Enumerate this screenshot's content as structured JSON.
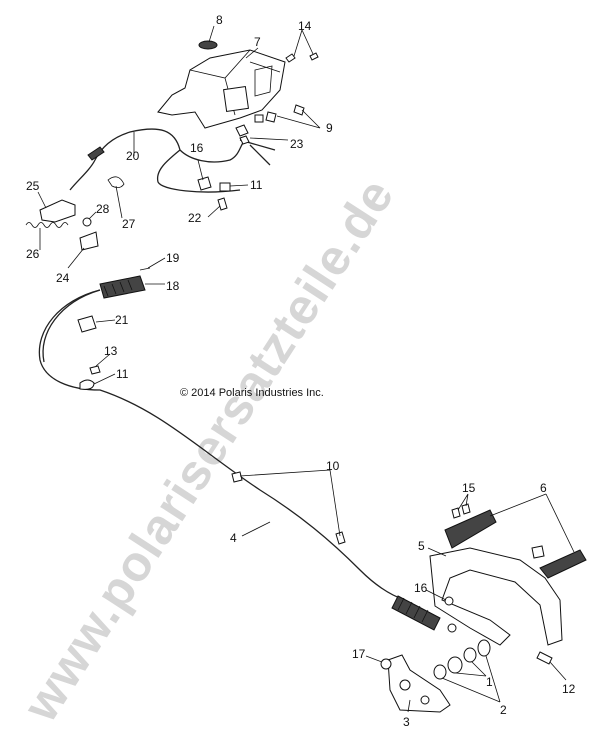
{
  "diagram": {
    "copyright": "© 2014 Polaris Industries Inc.",
    "watermark": "www.polarisersatzteile.de",
    "callouts": [
      {
        "id": "c8",
        "text": "8"
      },
      {
        "id": "c7",
        "text": "7"
      },
      {
        "id": "c14",
        "text": "14"
      },
      {
        "id": "c9",
        "text": "9"
      },
      {
        "id": "c20",
        "text": "20"
      },
      {
        "id": "c16a",
        "text": "16"
      },
      {
        "id": "c23",
        "text": "23"
      },
      {
        "id": "c11a",
        "text": "11"
      },
      {
        "id": "c25",
        "text": "25"
      },
      {
        "id": "c28",
        "text": "28"
      },
      {
        "id": "c27",
        "text": "27"
      },
      {
        "id": "c22",
        "text": "22"
      },
      {
        "id": "c26",
        "text": "26"
      },
      {
        "id": "c24",
        "text": "24"
      },
      {
        "id": "c19",
        "text": "19"
      },
      {
        "id": "c18",
        "text": "18"
      },
      {
        "id": "c21",
        "text": "21"
      },
      {
        "id": "c13",
        "text": "13"
      },
      {
        "id": "c11b",
        "text": "11"
      },
      {
        "id": "c10",
        "text": "10"
      },
      {
        "id": "c4",
        "text": "4"
      },
      {
        "id": "c15",
        "text": "15"
      },
      {
        "id": "c6",
        "text": "6"
      },
      {
        "id": "c5",
        "text": "5"
      },
      {
        "id": "c16b",
        "text": "16"
      },
      {
        "id": "c17",
        "text": "17"
      },
      {
        "id": "c1",
        "text": "1"
      },
      {
        "id": "c12",
        "text": "12"
      },
      {
        "id": "c2",
        "text": "2"
      },
      {
        "id": "c3",
        "text": "3"
      }
    ]
  }
}
